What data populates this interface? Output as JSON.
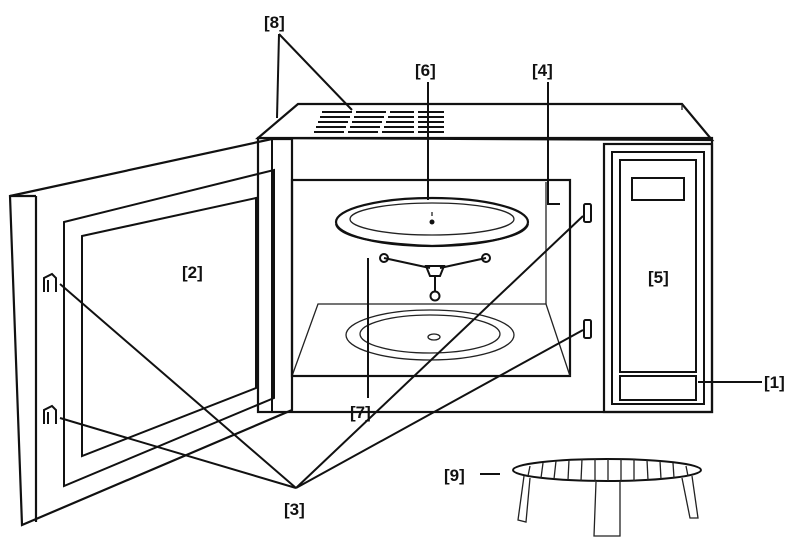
{
  "labels": {
    "l1": "[1]",
    "l2": "[2]",
    "l3": "[3]",
    "l4": "[4]",
    "l5": "[5]",
    "l6": "[6]",
    "l7": "[7]",
    "l8": "[8]",
    "l9": "[9]"
  }
}
